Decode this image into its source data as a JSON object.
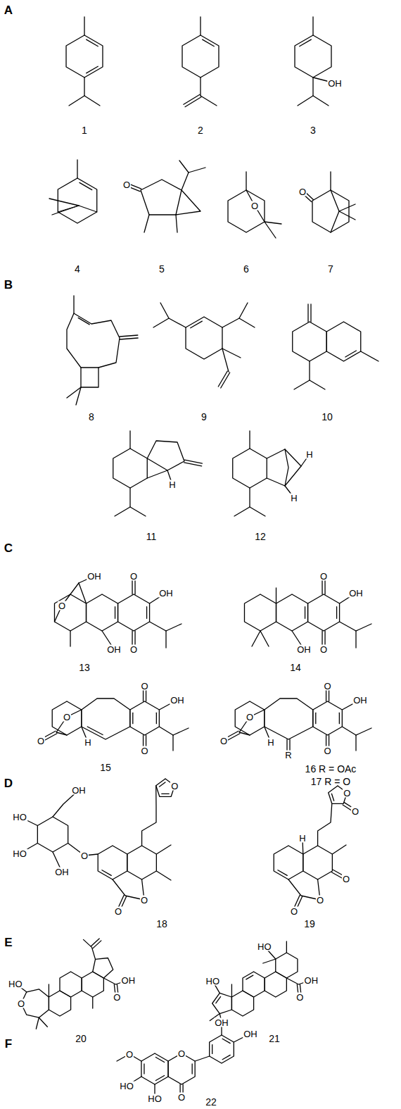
{
  "diagram": {
    "labels": [
      "A",
      "1",
      "2",
      "3",
      "OH",
      "4",
      "5",
      "O",
      "6",
      "O",
      "7",
      "O",
      "B",
      "8",
      "9",
      "10",
      "11",
      "H",
      "12",
      "H",
      "H",
      "C",
      "OH",
      "O",
      "O",
      "O",
      "OH",
      "OH",
      "13",
      "OH",
      "O",
      "O",
      "OH",
      "14",
      "O",
      "OH",
      "O",
      "O",
      "O",
      "H",
      "15",
      "O",
      "OH",
      "O",
      "O",
      "O",
      "H",
      "R",
      "16 R = OAc",
      "17 R = O",
      "D",
      "OH",
      "HO",
      "HO",
      "OH",
      "O",
      "O",
      "O",
      "O",
      "18",
      "O",
      "O",
      "H",
      "O",
      "O",
      "O",
      "19",
      "E",
      "HO",
      "O",
      "OH",
      "O",
      "20",
      "HO",
      "HO",
      "OH",
      "O",
      "21",
      "F",
      "O",
      "HO",
      "HO",
      "O",
      "O",
      "OH",
      "OH",
      "22"
    ]
  }
}
